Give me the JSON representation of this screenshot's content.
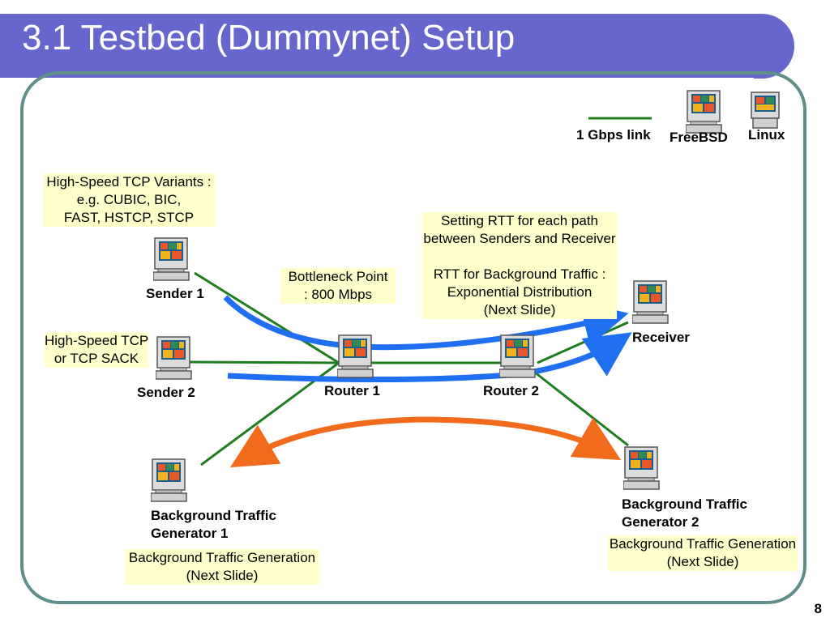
{
  "title": "3.1 Testbed (Dummynet) Setup",
  "page_number": "8",
  "colors": {
    "title_bg": "#6666cc",
    "frame": "#5e8f88",
    "link": "#1e7d1e",
    "flow": "#1f6ff0",
    "bg_flow": "#f26b1d",
    "note_bg": "#ffffcc"
  },
  "legend": {
    "link_label": "1 Gbps link",
    "freebsd_label": "FreeBSD",
    "linux_label": "Linux",
    "freebsd_icon": "freebsd-pc-icon",
    "linux_icon": "linux-pc-icon"
  },
  "nodes": {
    "sender1": "Sender 1",
    "sender2": "Sender 2",
    "router1": "Router 1",
    "router2": "Router 2",
    "receiver": "Receiver",
    "bg_gen1": [
      "Background Traffic",
      "Generator 1"
    ],
    "bg_gen2": [
      "Background Traffic",
      "Generator 2"
    ]
  },
  "notes": {
    "variants": [
      "High-Speed TCP Variants :",
      "e.g. CUBIC, BIC,",
      "FAST, HSTCP, STCP"
    ],
    "sender2_note": [
      "High-Speed TCP",
      "or TCP SACK"
    ],
    "bottleneck": [
      "Bottleneck Point",
      ": 800 Mbps"
    ],
    "rtt": [
      "Setting RTT for each path",
      "between Senders and Receiver",
      "",
      "RTT for Background Traffic :",
      "Exponential Distribution",
      "(Next Slide)"
    ],
    "bg_gen1_note": [
      "Background Traffic Generation",
      "(Next Slide)"
    ],
    "bg_gen2_note": [
      "Background Traffic Generation",
      "(Next Slide)"
    ]
  }
}
